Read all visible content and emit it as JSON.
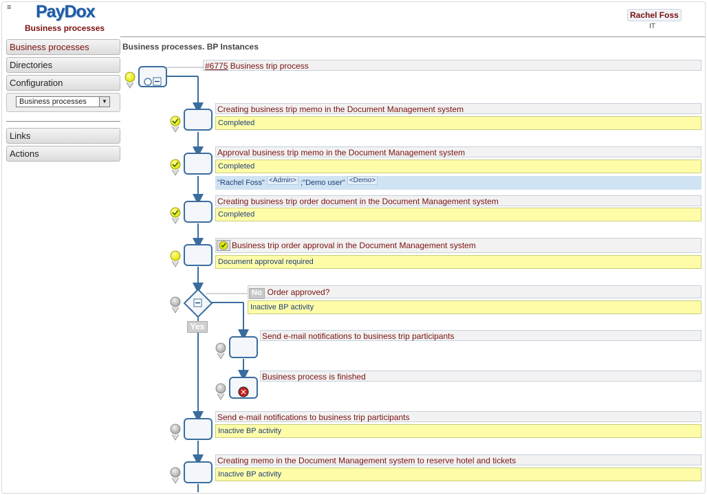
{
  "app": {
    "logo": "PayDox",
    "subtitle": "Business processes",
    "menu_icon": "hamburger-icon"
  },
  "user": {
    "name": "Rachel Foss",
    "department": "IT"
  },
  "sidebar": {
    "items": [
      {
        "label": "Business processes"
      },
      {
        "label": "Directories"
      },
      {
        "label": "Configuration"
      }
    ],
    "select_value": "Business processes",
    "bottom_items": [
      {
        "label": "Links"
      },
      {
        "label": "Actions"
      }
    ]
  },
  "page": {
    "title": "Business processes. BP Instances"
  },
  "process": {
    "id_label": "#6775",
    "name": "Business trip process"
  },
  "activities": [
    {
      "title": "Creating business trip memo in the Document Management system",
      "status": "Completed",
      "state": "completed"
    },
    {
      "title": "Approval business trip memo in the Document Management system",
      "status": "Completed",
      "state": "completed",
      "assignees": {
        "user1": "\"Rachel Foss\"",
        "role1": "<Admin>",
        "user2": ";\"Demo user\"",
        "role2": "<Demo>"
      }
    },
    {
      "title": "Creating business trip order document in the Document Management system",
      "status": "Completed",
      "state": "completed"
    },
    {
      "title": "Business trip order approval in the Document Management system",
      "status": "Document approval required",
      "state": "current"
    },
    {
      "title": "Order approved?",
      "status": "Inactive BP activity",
      "state": "inactive",
      "no_label": "No",
      "yes_label": "Yes"
    },
    {
      "title": "Send e-mail notifications to business trip participants",
      "state": "inactive"
    },
    {
      "title": "Business process is finished",
      "state": "inactive"
    },
    {
      "title": "Send e-mail notifications to business trip participants",
      "status": "Inactive BP activity",
      "state": "inactive"
    },
    {
      "title": "Creating memo in the Document Management system to reserve hotel and tickets",
      "status": "Inactive BP activity",
      "state": "inactive"
    }
  ],
  "colors": {
    "brand": "#1d5aa6",
    "accent": "#7a1010",
    "node_border": "#3a6d9e",
    "status_bg": "#fffca8",
    "assign_bg": "#cfe3f2"
  }
}
